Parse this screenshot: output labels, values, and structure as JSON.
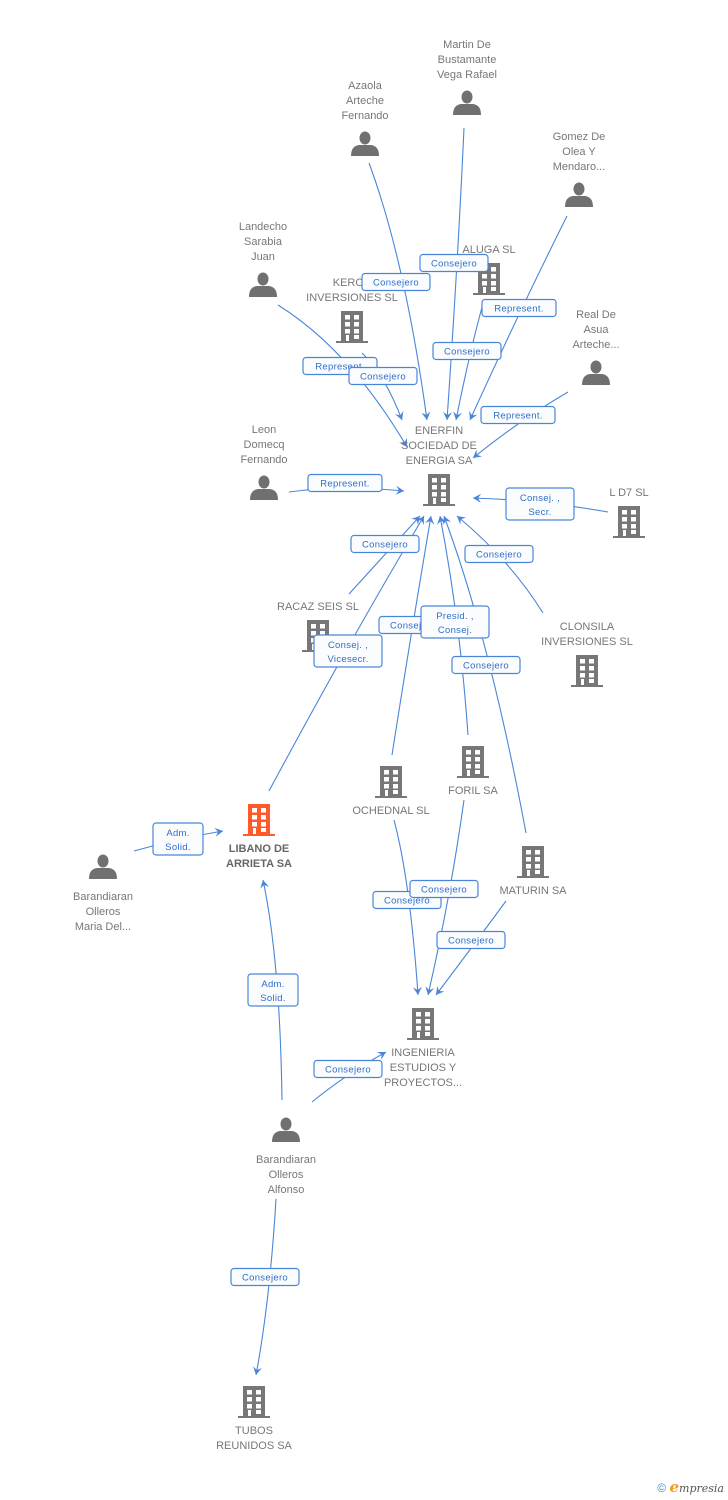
{
  "diagram": {
    "title": "LIBANO DE ARRIETA SA",
    "accent_color": "#ff5a2a",
    "node_color": "#777777",
    "edge_color": "#4a86d8",
    "nodes": [
      {
        "id": "martin",
        "type": "person",
        "lines": [
          "Martin De",
          "Bustamante",
          "Vega Rafael"
        ]
      },
      {
        "id": "azaola",
        "type": "person",
        "lines": [
          "Azaola",
          "Arteche",
          "Fernando"
        ]
      },
      {
        "id": "gomez",
        "type": "person",
        "lines": [
          "Gomez De",
          "Olea Y",
          "Mendaro..."
        ]
      },
      {
        "id": "landecho",
        "type": "person",
        "lines": [
          "Landecho",
          "Sarabia",
          "Juan"
        ]
      },
      {
        "id": "aluga",
        "type": "company",
        "lines": [
          "ALUGA  SL"
        ]
      },
      {
        "id": "kerov",
        "type": "company",
        "lines": [
          "KEROV",
          "INVERSIONES SL"
        ]
      },
      {
        "id": "real",
        "type": "person",
        "lines": [
          "Real De",
          "Asua",
          "Arteche..."
        ]
      },
      {
        "id": "enerfin",
        "type": "company",
        "lines": [
          "ENERFIN",
          "SOCIEDAD DE",
          "ENERGIA SA"
        ]
      },
      {
        "id": "leon",
        "type": "person",
        "lines": [
          "Leon",
          "Domecq",
          "Fernando"
        ]
      },
      {
        "id": "ld7",
        "type": "company",
        "lines": [
          "L D7 SL"
        ]
      },
      {
        "id": "racaz",
        "type": "company",
        "lines": [
          "RACAZ SEIS SL"
        ]
      },
      {
        "id": "clonsila",
        "type": "company",
        "lines": [
          "CLONSILA",
          "INVERSIONES SL"
        ]
      },
      {
        "id": "ochednal",
        "type": "company",
        "lines": [
          "OCHEDNAL  SL"
        ]
      },
      {
        "id": "foril",
        "type": "company",
        "lines": [
          "FORIL SA"
        ]
      },
      {
        "id": "libano",
        "type": "company",
        "main": true,
        "lines": [
          "LIBANO DE",
          "ARRIETA SA"
        ]
      },
      {
        "id": "maria",
        "type": "person",
        "lines": [
          "Barandiaran",
          "Olleros",
          "Maria Del..."
        ]
      },
      {
        "id": "maturin",
        "type": "company",
        "lines": [
          "MATURIN SA"
        ]
      },
      {
        "id": "ingenieria",
        "type": "company",
        "lines": [
          "INGENIERIA",
          "ESTUDIOS Y",
          "PROYECTOS..."
        ]
      },
      {
        "id": "alfonso",
        "type": "person",
        "lines": [
          "Barandiaran",
          "Olleros",
          "Alfonso"
        ]
      },
      {
        "id": "tubos",
        "type": "company",
        "lines": [
          "TUBOS",
          "REUNIDOS SA"
        ]
      }
    ],
    "edges": [
      {
        "from": "azaola",
        "to": "enerfin",
        "label": [
          "Consejero"
        ]
      },
      {
        "from": "martin",
        "to": "enerfin",
        "label": [
          "Consejero"
        ]
      },
      {
        "from": "gomez",
        "to": "enerfin",
        "label": [
          "Represent."
        ]
      },
      {
        "from": "aluga",
        "to": "enerfin",
        "label": [
          "Consejero"
        ]
      },
      {
        "from": "landecho",
        "to": "enerfin",
        "label": [
          "Represent."
        ]
      },
      {
        "from": "kerov",
        "to": "enerfin",
        "label": [
          "Consejero"
        ]
      },
      {
        "from": "real",
        "to": "enerfin",
        "label": [
          "Represent."
        ]
      },
      {
        "from": "leon",
        "to": "enerfin",
        "label": [
          "Represent."
        ]
      },
      {
        "from": "ld7",
        "to": "enerfin",
        "label": [
          "Consej. ,",
          "Secr."
        ]
      },
      {
        "from": "racaz",
        "to": "enerfin",
        "label": [
          "Consejero"
        ]
      },
      {
        "from": "libano",
        "to": "enerfin",
        "label": [
          "Consej. ,",
          "Vicesecr."
        ]
      },
      {
        "from": "ochednal",
        "to": "enerfin",
        "label": [
          "Consejero"
        ]
      },
      {
        "from": "foril",
        "to": "enerfin",
        "label": [
          "Presid. ,",
          "Consej."
        ]
      },
      {
        "from": "maturin",
        "to": "enerfin",
        "label": [
          "Consejero"
        ]
      },
      {
        "from": "clonsila",
        "to": "enerfin",
        "label": [
          "Consejero"
        ]
      },
      {
        "from": "maria",
        "to": "libano",
        "label": [
          "Adm.",
          "Solid."
        ]
      },
      {
        "from": "alfonso",
        "to": "libano",
        "label": [
          "Adm.",
          "Solid."
        ]
      },
      {
        "from": "ochednal",
        "to": "ingenieria",
        "label": [
          "Consejero"
        ]
      },
      {
        "from": "foril",
        "to": "ingenieria",
        "label": [
          "Consejero"
        ]
      },
      {
        "from": "maturin",
        "to": "ingenieria",
        "label": [
          "Consejero"
        ]
      },
      {
        "from": "alfonso",
        "to": "ingenieria",
        "label": [
          "Consejero"
        ]
      },
      {
        "from": "alfonso",
        "to": "tubos",
        "label": [
          "Consejero"
        ]
      }
    ]
  },
  "footer": {
    "copyright": "©",
    "brand_initial": "e",
    "brand_rest": "mpresia"
  }
}
